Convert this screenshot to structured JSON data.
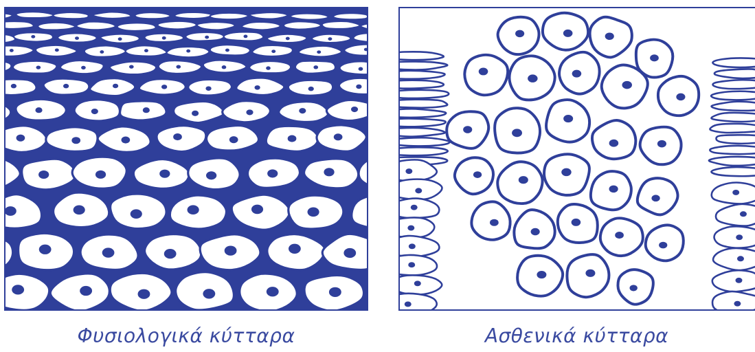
{
  "colors": {
    "outline": "#2f3f9a",
    "nucleus": "#2f3f9a",
    "caption": "#3a4aa0",
    "background": "#ffffff"
  },
  "panels": [
    {
      "id": "normal",
      "caption": "Φυσιολογικά κύτταρα"
    },
    {
      "id": "diseased",
      "caption": "Ασθενικά κύτταρα"
    }
  ]
}
